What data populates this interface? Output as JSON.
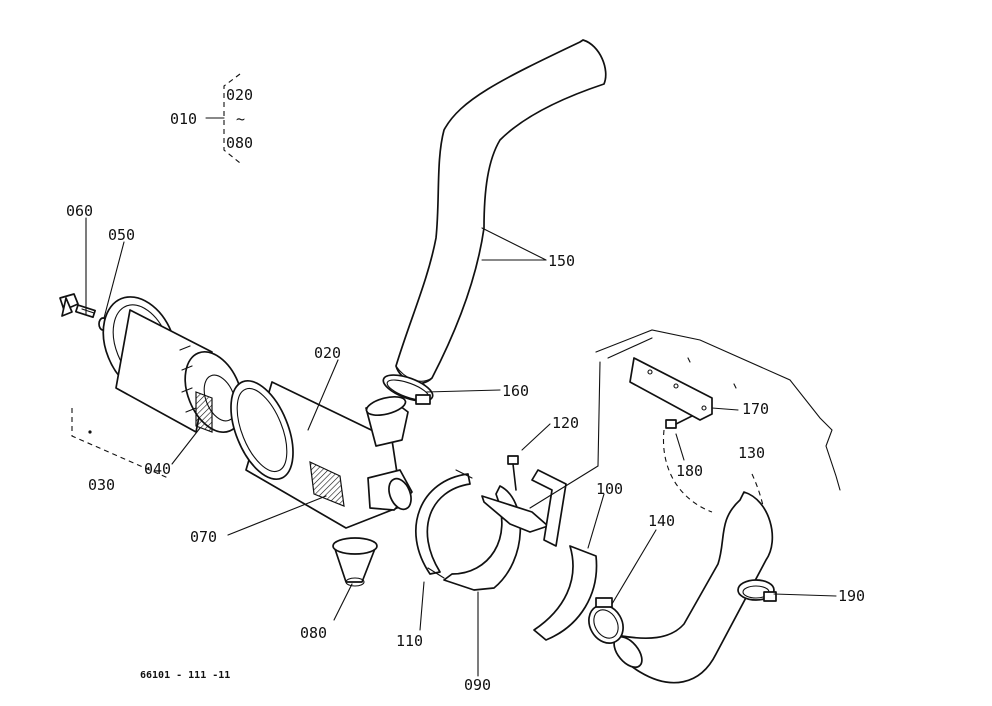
{
  "labels": {
    "p010": "010",
    "p020_range": "020",
    "p080_range": "080",
    "p020": "020",
    "p030": "030",
    "p040": "040",
    "p050": "050",
    "p060": "060",
    "p070": "070",
    "p080": "080",
    "p090": "090",
    "p100": "100",
    "p110": "110",
    "p120": "120",
    "p130": "130",
    "p140": "140",
    "p150": "150",
    "p160": "160",
    "p170": "170",
    "p180": "180",
    "p190": "190",
    "range_sep": "~"
  },
  "drawing_ref": "66101 - 111 -11"
}
